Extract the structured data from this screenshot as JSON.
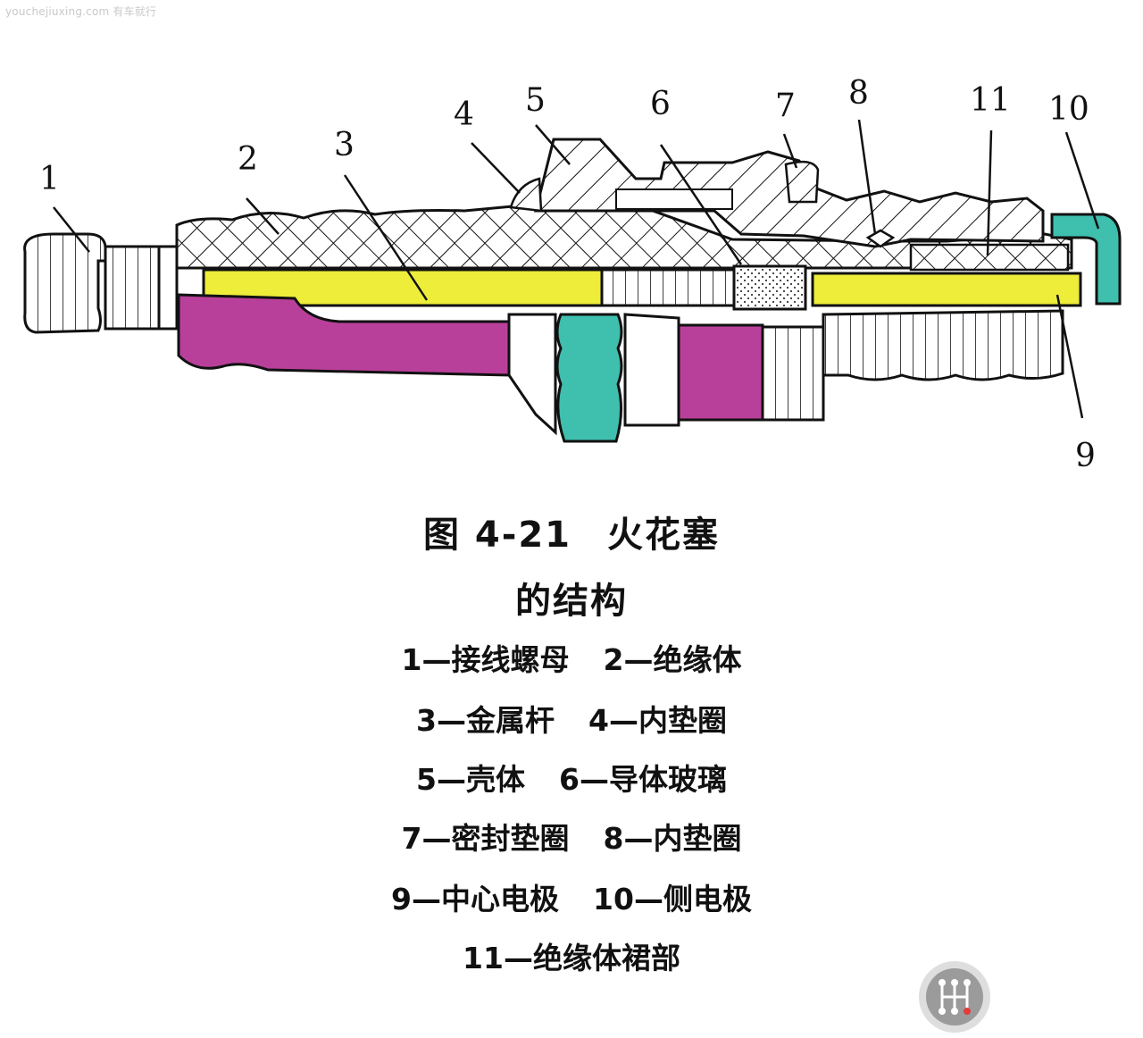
{
  "watermark": "youchejiuxing.com 有车就行",
  "figure": {
    "title_number": "图 4-21",
    "title_main": "火花塞",
    "subtitle": "的结构"
  },
  "labels": [
    "1",
    "2",
    "3",
    "4",
    "5",
    "6",
    "7",
    "8",
    "9",
    "10",
    "11"
  ],
  "legend_lines": [
    [
      "1—接线螺母",
      "2—绝缘体"
    ],
    [
      "3—金属杆",
      "4—内垫圈"
    ],
    [
      "5—壳体",
      "6—导体玻璃"
    ],
    [
      "7—密封垫圈",
      "8—内垫圈"
    ],
    [
      "9—中心电极",
      "10—侧电极"
    ],
    [
      "11—绝缘体裙部"
    ]
  ],
  "colors": {
    "center_rod": "#eded3a",
    "lower_body": "#b9409a",
    "hex_nut": "#3fbfae",
    "side_electrode": "#3fbfae",
    "outline": "#111111"
  }
}
